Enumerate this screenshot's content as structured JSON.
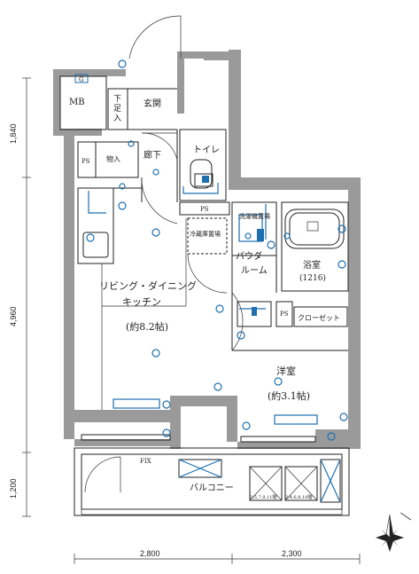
{
  "rooms": {
    "mb": "MB",
    "g": "G",
    "shoe": "下足入",
    "entrance": "玄関",
    "ps1": "PS",
    "storage": "物入",
    "hallway": "廊下",
    "toilet": "トイレ",
    "ps2": "PS",
    "washer": "洗濯機置場",
    "fridge": "冷蔵庫置場",
    "powder1": "パウダー",
    "powder2": "ルーム",
    "bath1": "浴室",
    "bath2": "(1216)",
    "ps3": "PS",
    "closet": "クローゼット",
    "ldk1": "リビング・ダイニング",
    "ldk2": "キッチン",
    "ldk3": "(約8.2帖)",
    "western1": "洋室",
    "western2": "(約3.1帖)",
    "fix": "FIX",
    "balcony": "バルコニー",
    "unit1": "3,5,7,9,11階",
    "unit2": "2,4,6,8,10階"
  },
  "dimensions": {
    "v1": "1,840",
    "v2": "4,960",
    "v3": "1,200",
    "h1": "2,800",
    "h2": "2,300"
  },
  "colors": {
    "wall": "#9a9a9a",
    "fixture": "#1e6fb0",
    "line": "#222222"
  },
  "icons": [
    "compass-star-icon",
    "fridge-outlet-icon",
    "electric-outlet-icon"
  ]
}
